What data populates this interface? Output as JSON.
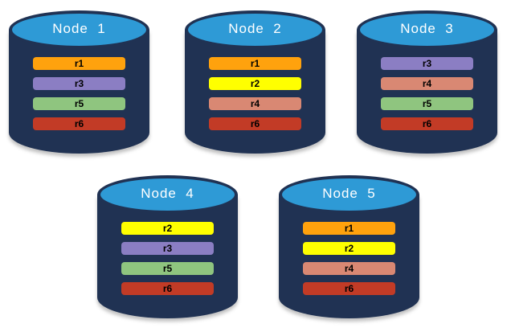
{
  "diagram": {
    "description": "Database replication diagram with five node cylinders holding replica partitions",
    "colors": {
      "cylinder_body": "#203253",
      "cylinder_top": "#2E9AD6",
      "title_text": "#ffffff",
      "replica_r1": "#FFA20D",
      "replica_r2": "#FFFF00",
      "replica_r3": "#8B7EC3",
      "replica_r4": "#D98873",
      "replica_r5": "#8FC57F",
      "replica_r6": "#C23B26"
    }
  },
  "nodes": [
    {
      "name": "Node  1",
      "replicas": [
        {
          "label": "r1",
          "color": "#FFA20D"
        },
        {
          "label": "r3",
          "color": "#8B7EC3"
        },
        {
          "label": "r5",
          "color": "#8FC57F"
        },
        {
          "label": "r6",
          "color": "#C23B26"
        }
      ]
    },
    {
      "name": "Node  2",
      "replicas": [
        {
          "label": "r1",
          "color": "#FFA20D"
        },
        {
          "label": "r2",
          "color": "#FFFF00"
        },
        {
          "label": "r4",
          "color": "#D98873"
        },
        {
          "label": "r6",
          "color": "#C23B26"
        }
      ]
    },
    {
      "name": "Node  3",
      "replicas": [
        {
          "label": "r3",
          "color": "#8B7EC3"
        },
        {
          "label": "r4",
          "color": "#D98873"
        },
        {
          "label": "r5",
          "color": "#8FC57F"
        },
        {
          "label": "r6",
          "color": "#C23B26"
        }
      ]
    },
    {
      "name": "Node  4",
      "replicas": [
        {
          "label": "r2",
          "color": "#FFFF00"
        },
        {
          "label": "r3",
          "color": "#8B7EC3"
        },
        {
          "label": "r5",
          "color": "#8FC57F"
        },
        {
          "label": "r6",
          "color": "#C23B26"
        }
      ]
    },
    {
      "name": "Node  5",
      "replicas": [
        {
          "label": "r1",
          "color": "#FFA20D"
        },
        {
          "label": "r2",
          "color": "#FFFF00"
        },
        {
          "label": "r4",
          "color": "#D98873"
        },
        {
          "label": "r6",
          "color": "#C23B26"
        }
      ]
    }
  ]
}
